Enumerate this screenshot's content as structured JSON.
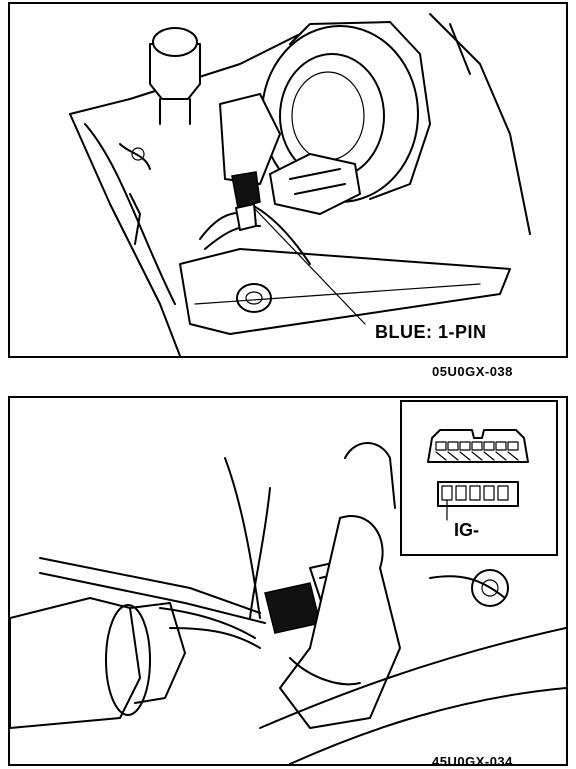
{
  "figure_top": {
    "callout": "BLUE: 1-PIN",
    "reference_code": "05U0GX-038"
  },
  "figure_bottom": {
    "inset_callout": "IG-",
    "reference_code": "45U0GX-034"
  }
}
